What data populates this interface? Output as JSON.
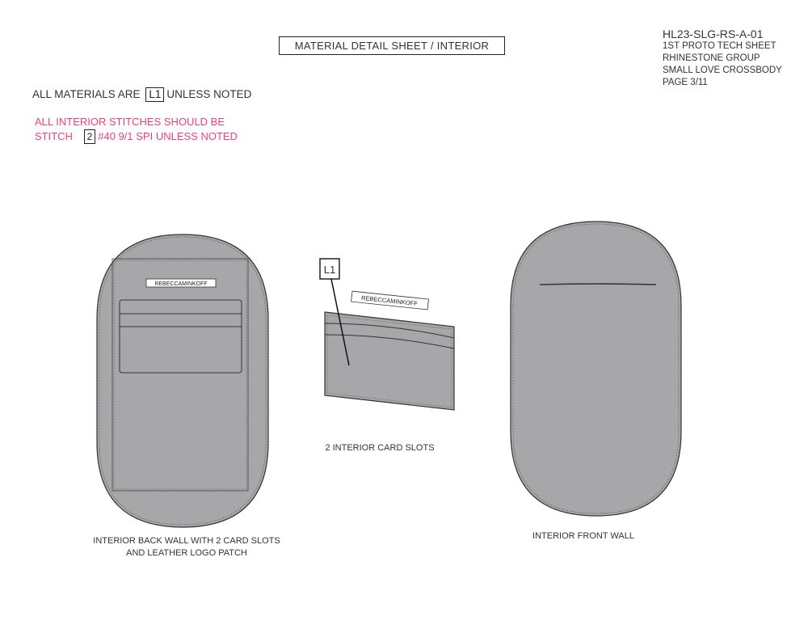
{
  "title": "MATERIAL DETAIL SHEET / INTERIOR",
  "header": {
    "style_code": "HL23-SLG-RS-A-01",
    "line1": "1ST PROTO TECH SHEET",
    "line2": "RHINESTONE GROUP",
    "line3": "SMALL LOVE CROSSBODY",
    "page": "PAGE 3/11"
  },
  "notes": {
    "materials_prefix": "ALL MATERIALS ARE",
    "materials_code": "L1",
    "materials_suffix": "UNLESS NOTED",
    "stitch_line1": "ALL INTERIOR STITCHES SHOULD BE",
    "stitch_prefix": "STITCH",
    "stitch_code": "2",
    "stitch_suffix": "#40 9/1 SPI UNLESS NOTED"
  },
  "drawings": {
    "logo_text": "REBECCAMINKOFF",
    "callout": "L1",
    "back_wall_caption_1": "INTERIOR BACK WALL WITH 2 CARD SLOTS",
    "back_wall_caption_2": "AND LEATHER LOGO PATCH",
    "card_caption": "2 INTERIOR CARD SLOTS",
    "front_wall_caption": "INTERIOR FRONT WALL"
  },
  "colors": {
    "fill": "#a7a7aa",
    "accent": "#f0407a"
  }
}
